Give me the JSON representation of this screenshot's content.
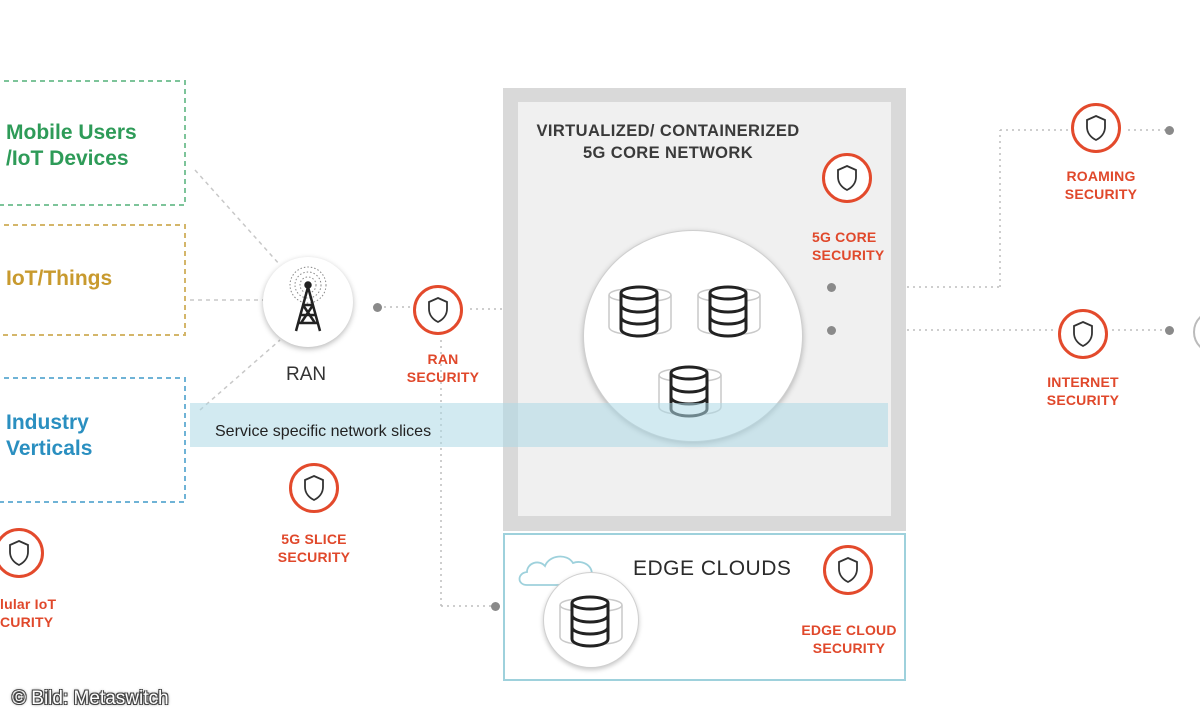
{
  "groups": {
    "mobile_users": {
      "line1": "Mobile Users",
      "line2": "/IoT Devices",
      "color": "#2e9b58"
    },
    "iot_things": {
      "label": "IoT/Things",
      "color": "#c89a2e"
    },
    "industry": {
      "line1": "Industry",
      "line2": "Verticals",
      "color": "#2a8fc0"
    }
  },
  "ran": {
    "label": "RAN"
  },
  "ran_security": {
    "line1": "RAN",
    "line2": "SECURITY"
  },
  "slice": {
    "label": "Service specific network slices"
  },
  "slice_security": {
    "line1": "5G SLICE",
    "line2": "SECURITY"
  },
  "cellular_security": {
    "line1": "lular IoT",
    "line2": "CURITY"
  },
  "core": {
    "title_line1": "VIRTUALIZED/ CONTAINERIZED",
    "title_line2": "5G CORE NETWORK"
  },
  "core_security": {
    "line1": "5G CORE",
    "line2": "SECURITY"
  },
  "edge": {
    "title": "EDGE CLOUDS",
    "security_line1": "EDGE CLOUD",
    "security_line2": "SECURITY"
  },
  "roaming_security": {
    "line1": "ROAMING",
    "line2": "SECURITY"
  },
  "internet_security": {
    "line1": "INTERNET",
    "line2": "SECURITY"
  },
  "credit": "© Bild: Metaswitch",
  "colors": {
    "accent_red": "#e34a2c",
    "slice_blue": "#add8e6",
    "edge_border": "#9ed1dc"
  },
  "icons": [
    "shield-icon",
    "cell-tower-icon",
    "database-icon",
    "cloud-icon"
  ]
}
